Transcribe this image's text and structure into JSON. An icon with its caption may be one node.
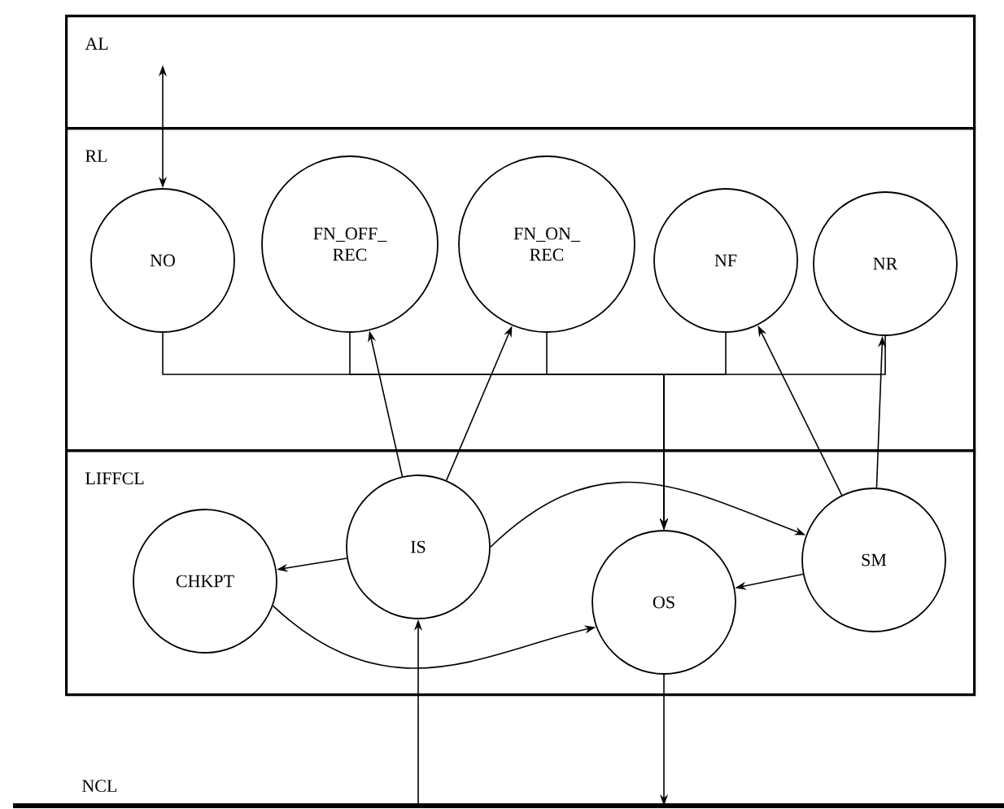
{
  "diagram": {
    "nodes": [
      {
        "text": [
          "AL"
        ]
      },
      {
        "text": [
          "RL"
        ]
      },
      {
        "text": [
          "NO"
        ],
        "in": 1
      },
      {
        "text": [
          "FN_OFF_ REC"
        ],
        "in": 1
      },
      {
        "text": [
          "FN_ON_ REC"
        ],
        "in": 1
      },
      {
        "text": [
          "NF"
        ],
        "in": 1
      },
      {
        "text": [
          "NR"
        ],
        "in": 1
      },
      {
        "text": [
          "LIFFCL"
        ]
      },
      {
        "text": [
          "IS"
        ],
        "in": 7
      },
      {
        "text": [
          "CHKPT"
        ],
        "in": 7
      },
      {
        "text": [
          "OS"
        ],
        "in": 7
      },
      {
        "text": [
          "SM"
        ],
        "in": 7
      },
      {
        "text": [
          "NCL"
        ]
      }
    ],
    "edges": [
      {
        "from": 0,
        "to": 2,
        "arrow": "both"
      },
      {
        "from": 2,
        "to": 10,
        "arrow": "to"
      },
      {
        "from": 3,
        "to": 10,
        "arrow": "to"
      },
      {
        "from": 4,
        "to": 10,
        "arrow": "to"
      },
      {
        "from": 5,
        "to": 10,
        "arrow": "to"
      },
      {
        "from": 6,
        "to": 10,
        "arrow": "to"
      },
      {
        "from": 8,
        "to": 3,
        "arrow": "to"
      },
      {
        "from": 8,
        "to": 4,
        "arrow": "to"
      },
      {
        "from": 11,
        "to": 5,
        "arrow": "to"
      },
      {
        "from": 11,
        "to": 6,
        "arrow": "to"
      },
      {
        "from": 8,
        "to": 9,
        "arrow": "to"
      },
      {
        "from": 8,
        "to": 11,
        "arrow": "to"
      },
      {
        "from": 11,
        "to": 10,
        "arrow": "to"
      },
      {
        "from": 9,
        "to": 10,
        "arrow": "to"
      },
      {
        "from": 12,
        "to": 8,
        "arrow": "to"
      },
      {
        "from": 10,
        "to": 12,
        "arrow": "to"
      }
    ]
  }
}
